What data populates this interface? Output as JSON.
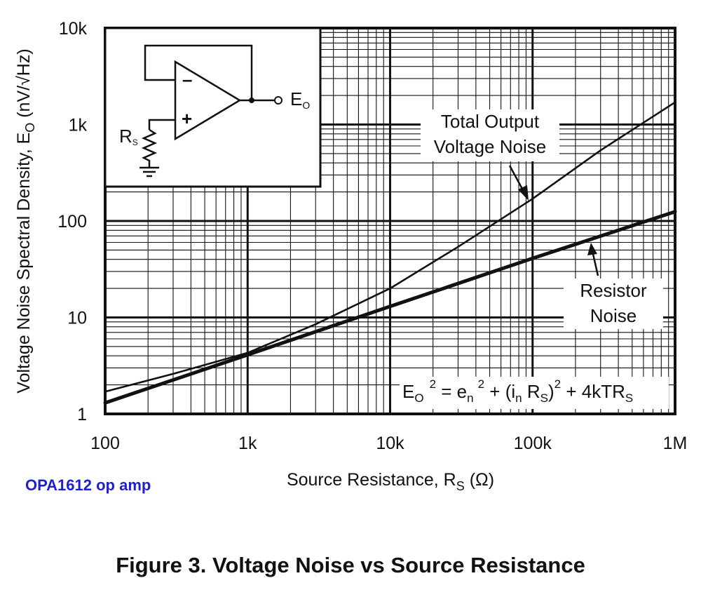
{
  "chart_data": {
    "type": "line",
    "title": "",
    "xlabel": "Source Resistance, R",
    "xlabel_sub": "S",
    "xlabel_unit": " (Ω)",
    "ylabel": "Voltage Noise Spectral Density, E",
    "ylabel_sub": "O",
    "ylabel_unit": " (nV/√Hz)",
    "xscale": "log",
    "yscale": "log",
    "xlim": [
      100,
      1000000
    ],
    "ylim": [
      1,
      10000
    ],
    "grid": true,
    "x_ticks": [
      {
        "value": 100,
        "label": "100"
      },
      {
        "value": 1000,
        "label": "1k"
      },
      {
        "value": 10000,
        "label": "10k"
      },
      {
        "value": 100000,
        "label": "100k"
      },
      {
        "value": 1000000,
        "label": "1M"
      }
    ],
    "y_ticks": [
      {
        "value": 1,
        "label": "1"
      },
      {
        "value": 10,
        "label": "10"
      },
      {
        "value": 100,
        "label": "100"
      },
      {
        "value": 1000,
        "label": "1k"
      },
      {
        "value": 10000,
        "label": "10k"
      }
    ],
    "series": [
      {
        "name": "Total Output Voltage Noise",
        "x": [
          100,
          300,
          1000,
          3000,
          10000,
          30000,
          100000,
          300000,
          1000000
        ],
        "y": [
          1.7,
          2.6,
          4.3,
          8.5,
          20,
          54,
          170,
          540,
          1700
        ],
        "color": "#111111"
      },
      {
        "name": "Resistor Noise",
        "x": [
          100,
          1000,
          10000,
          100000,
          1000000
        ],
        "y": [
          1.3,
          4.1,
          13,
          41,
          125
        ],
        "color": "#111111"
      }
    ],
    "annotations": {
      "total_line1": "Total Output",
      "total_line2": "Voltage Noise",
      "resistor_line1": "Resistor",
      "resistor_line2": "Noise",
      "formula": {
        "eo": "E",
        "eo_sub": "O",
        "sq1": "2",
        "eq": " = e",
        "en_sub": "n",
        "sq2": "2",
        "mid": " + (i",
        "in_sub": "n",
        "rs": " R",
        "rs_sub": "S",
        "close": ")",
        "sq3": "2",
        "tail": " + 4kTR",
        "tail_sub": "S"
      }
    },
    "inset": {
      "output_label": "E",
      "output_sub": "O",
      "resistor_label": "R",
      "resistor_sub": "S",
      "minus": "–",
      "plus": "+"
    }
  },
  "side_note": "OPA1612 op amp",
  "side_note_color": "#1f1fd2",
  "caption": "Figure 3. Voltage Noise vs Source Resistance"
}
